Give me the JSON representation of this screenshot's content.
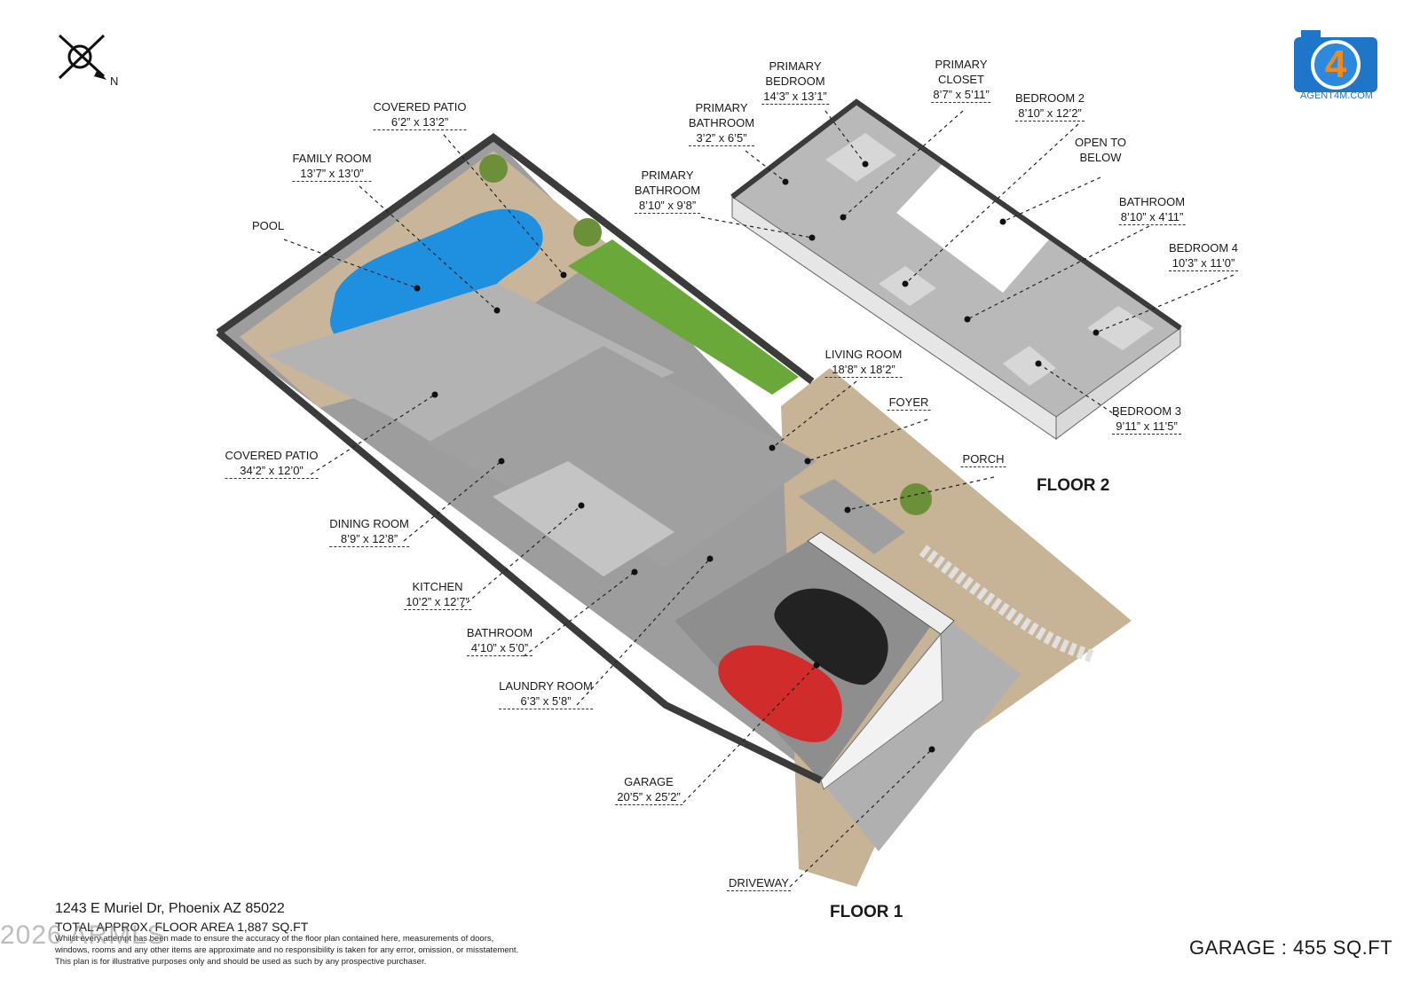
{
  "compass": {
    "label": "N"
  },
  "logo": {
    "text": "AGENT4M.COM",
    "brand_color": "#1f76c8",
    "accent_color": "#f08a1c"
  },
  "floors": {
    "floor1": "FLOOR 1",
    "floor2": "FLOOR 2"
  },
  "rooms": {
    "covered_patio_top": {
      "name": "COVERED PATIO",
      "dims": "6’2” x 13’2”"
    },
    "family_room": {
      "name": "FAMILY ROOM",
      "dims": "13’7” x 13’0”"
    },
    "pool": {
      "name": "POOL"
    },
    "covered_patio_main": {
      "name": "COVERED PATIO",
      "dims": "34’2” x 12’0”"
    },
    "dining_room": {
      "name": "DINING ROOM",
      "dims": "8’9” x 12’8”"
    },
    "kitchen": {
      "name": "KITCHEN",
      "dims": "10’2” x 12’7”"
    },
    "bathroom_f1": {
      "name": "BATHROOM",
      "dims": "4’10” x 5’0”"
    },
    "laundry_room": {
      "name": "LAUNDRY ROOM",
      "dims": "6’3” x 5’8”"
    },
    "garage": {
      "name": "GARAGE",
      "dims": "20’5” x 25’2”"
    },
    "driveway": {
      "name": "DRIVEWAY"
    },
    "living_room": {
      "name": "LIVING ROOM",
      "dims": "18’8” x 18’2”"
    },
    "foyer": {
      "name": "FOYER"
    },
    "porch": {
      "name": "PORCH"
    },
    "primary_bedroom": {
      "name": "PRIMARY\nBEDROOM",
      "dims": "14’3” x 13’1”"
    },
    "primary_closet": {
      "name": "PRIMARY\nCLOSET",
      "dims": "8’7” x 5’11”"
    },
    "primary_bathroom_small": {
      "name": "PRIMARY\nBATHROOM",
      "dims": "3’2” x 6’5”"
    },
    "primary_bathroom_large": {
      "name": "PRIMARY\nBATHROOM",
      "dims": "8’10” x 9’8”"
    },
    "bedroom2": {
      "name": "BEDROOM 2",
      "dims": "8’10” x 12’2”"
    },
    "open_to_below": {
      "name": "OPEN TO\nBELOW"
    },
    "bathroom_f2": {
      "name": "BATHROOM",
      "dims": "8’10” x 4’11”"
    },
    "bedroom4": {
      "name": "BEDROOM 4",
      "dims": "10’3” x 11’0”"
    },
    "bedroom3": {
      "name": "BEDROOM 3",
      "dims": "9’11” x 11’5”"
    }
  },
  "footer": {
    "address": "1243 E Muriel Dr, Phoenix AZ 85022",
    "total_area": "TOTAL APPROX. FLOOR AREA 1,887 SQ.FT",
    "disclaimer_1": "Whilst every attempt has been made to ensure the accuracy of the floor plan contained here, measurements of doors,",
    "disclaimer_2": "windows, rooms and any other items are approximate and no responsibility is taken for any error, omission, or misstatement.",
    "disclaimer_3": "This plan is for illustrative purposes only and should be used as such by any prospective purchaser.",
    "garage_total": "GARAGE : 455 SQ.FT",
    "watermark": "2026 ARMLS"
  },
  "colors": {
    "pool": "#1f8fe0",
    "grass": "#6aa83a",
    "gravel": "#c9b59a",
    "floor": "#a9a9a9",
    "wall": "#ececec",
    "car_red": "#d02c2c",
    "car_black": "#222222"
  }
}
